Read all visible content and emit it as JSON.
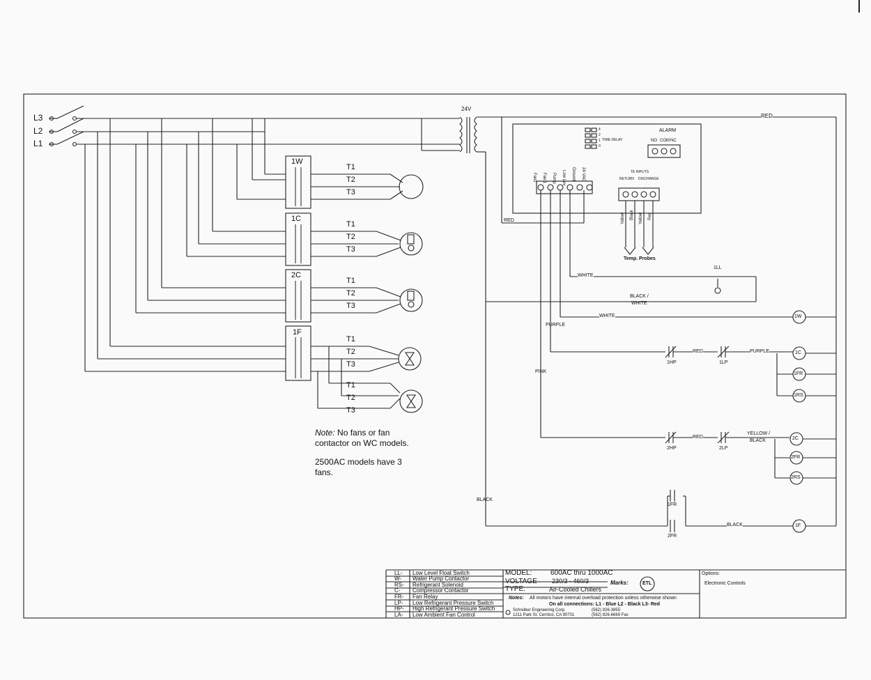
{
  "lines": {
    "l3": "L3",
    "l2": "L2",
    "l1": "L1"
  },
  "transformer": "24V",
  "contactors": {
    "c1w": "1W",
    "c1c": "1C",
    "c2c": "2C",
    "c1f": "1F",
    "t1": "T1",
    "t2": "T2",
    "t3": "T3"
  },
  "note": {
    "prefix": "Note:",
    "line1": " No fans or fan",
    "line2": "contactor on WC models.",
    "line3": "2500AC models have 3",
    "line4": "fans."
  },
  "controller": {
    "alarm": "ALARM",
    "alarm_terms": [
      "NO",
      "COM",
      "NC"
    ],
    "delay_nums": [
      "4",
      "2",
      "1",
      "0"
    ],
    "delay_label": "TIME DELAY",
    "terminals": [
      "Fan2",
      "Fan 1",
      "Pump",
      "Low Lev",
      "Ground",
      "24 VAC"
    ],
    "te_inputs": "TE INPUTS",
    "return": "RETURN",
    "discharge": "DISCHARGE",
    "probe_wires": [
      "Yellow",
      "Black",
      "Yellow",
      "Red"
    ],
    "temp_probes": "Temp. Probes"
  },
  "wires": {
    "red": "RED",
    "white": "WHITE",
    "black_white_1": "BLACK /",
    "black_white_2": "WHITE",
    "purple": "PURPLE",
    "pink": "PINK",
    "black": "BLACK",
    "yellow_black_1": "YELLOW /",
    "yellow_black_2": "BLACK"
  },
  "devices": {
    "ll": "1LL",
    "w1": "1W",
    "hp1": "1HP",
    "lp1": "1LP",
    "c1": "1C",
    "fr1": "1FR",
    "rs1": "1RS",
    "hp2": "2HP",
    "lp2": "2LP",
    "c2": "2C",
    "fr2": "2FR",
    "rs2": "2RS",
    "fr1b": "1FR",
    "fr2b": "2FR",
    "f1": "1F"
  },
  "legend": [
    {
      "code": "LL-",
      "desc": "Low Level Float Switch"
    },
    {
      "code": "W-",
      "desc": "Water Pump Contactor"
    },
    {
      "code": "RS-",
      "desc": "Refrigerant Solenoid"
    },
    {
      "code": "C-",
      "desc": "Compressor Contactor"
    },
    {
      "code": "FR-",
      "desc": "Fan Relay"
    },
    {
      "code": "LP-",
      "desc": "Low Refrigerant Pressure Switch"
    },
    {
      "code": "HP-",
      "desc": "High Refrigerant Pressure Switch"
    },
    {
      "code": "LA-",
      "desc": "Low Ambient Fan Control"
    }
  ],
  "title_block": {
    "model_label": "MODEL:",
    "model_value": "600AC thru 1000AC",
    "voltage_label": "VOLTAGE",
    "voltage_value": "230/3 - 460/3",
    "type_label": "TYPE:",
    "type_value": "Air-Cooled Chillers",
    "marks_label": "Marks:",
    "etl": "ETL",
    "notes_label": "Notes:",
    "notes_1": "All motors have internal overload protection unless otherwise shown",
    "notes_2": "On all connections: L1 - Blue   L2 - Black   L3- Red",
    "company": "Schreiber Engineering Corp.",
    "address": "1211 Park St.  Cerritos, CA 90701",
    "phone": "(562) 926-3855",
    "fax": "(562) 926-6669 Fax",
    "options_label": "Options:",
    "options_value": "Electronic Controls"
  }
}
